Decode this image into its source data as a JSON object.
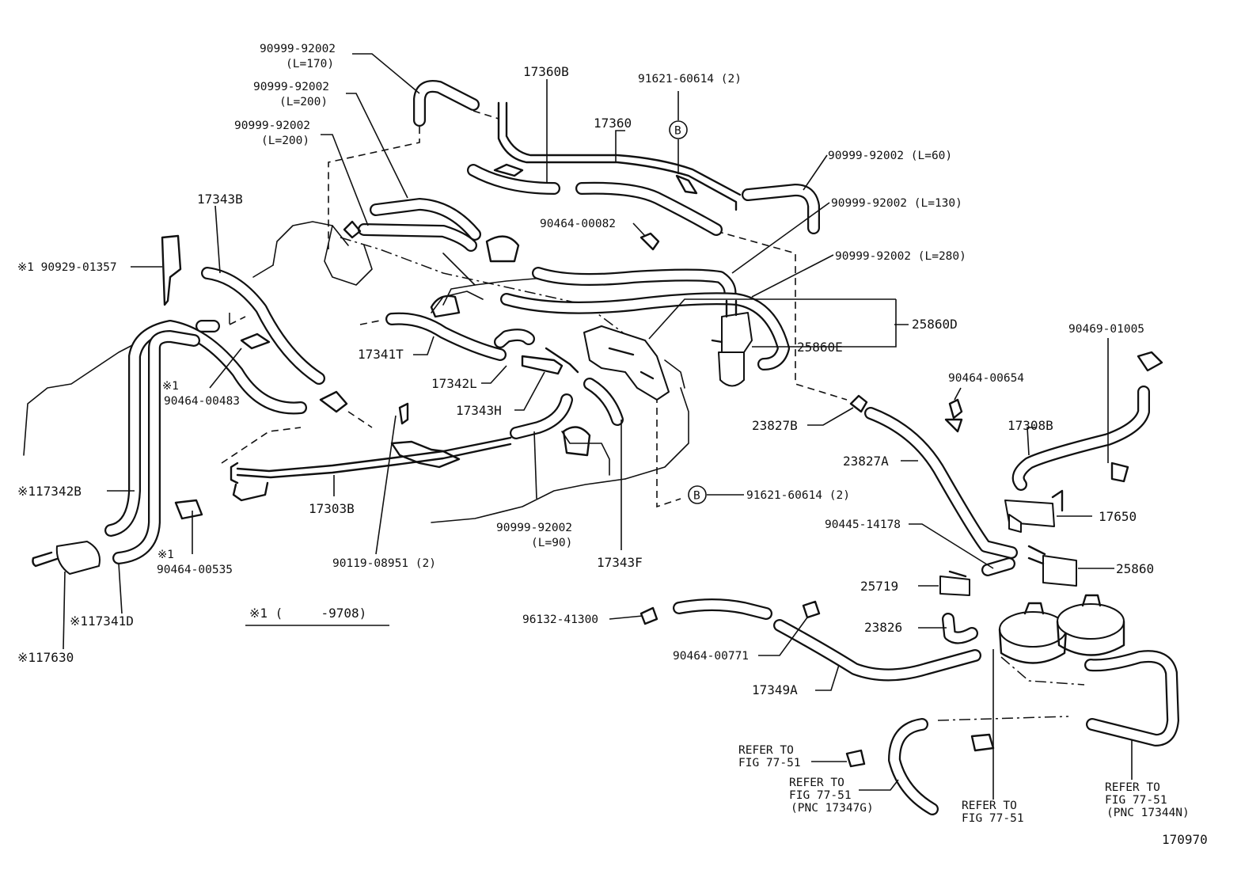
{
  "labels": {
    "p_90999_92002_l170": "90999-92002",
    "p_l170": "(L=170)",
    "p_90999_92002_l200a": "90999-92002",
    "p_l200a": "(L=200)",
    "p_90999_92002_l200b": "90999-92002",
    "p_l200b": "(L=200)",
    "p_17360b": "17360B",
    "p_91621_60614_top": "91621-60614 (2)",
    "p_17360": "17360",
    "p_l60": "90999-92002 (L=60)",
    "p_l130": "90999-92002 (L=130)",
    "p_90464_00082": "90464-00082",
    "p_l280": "90999-92002 (L=280)",
    "p_17343b": "17343B",
    "p_90929_01357": "※1 90929-01357",
    "p_25860d": "25860D",
    "p_25860e": "25860E",
    "p_17341t": "17341T",
    "p_17342l": "17342L",
    "p_17343h": "17343H",
    "p_note_90464_00483": "※1",
    "p_90464_00483": "90464-00483",
    "p_90469_01005": "90469-01005",
    "p_90464_00654": "90464-00654",
    "p_23827b": "23827B",
    "p_17308b": "17308B",
    "p_23827a": "23827A",
    "p_91621_60614_mid": "91621-60614 (2)",
    "p_17342b": "※117342B",
    "p_17303b": "17303B",
    "p_17650": "17650",
    "p_90999_92002_l90": "90999-92002",
    "p_l90": "(L=90)",
    "p_90445_14178": "90445-14178",
    "p_note_90464_00535": "※1",
    "p_90464_00535": "90464-00535",
    "p_90119_08951": "90119-08951 (2)",
    "p_17343f": "17343F",
    "p_25860": "25860",
    "p_25719": "25719",
    "p_17341d": "※117341D",
    "p_note_9708": "※1 (     -9708)",
    "p_96132_41300": "96132-41300",
    "p_23826": "23826",
    "p_117630": "※117630",
    "p_90464_00771": "90464-00771",
    "p_17349a": "17349A",
    "p_refer1_a": "REFER TO",
    "p_refer1_b": "FIG 77-51",
    "p_refer2_a": "REFER TO",
    "p_refer2_b": "FIG 77-51",
    "p_refer2_c": "(PNC 17347G)",
    "p_refer3_a": "REFER TO",
    "p_refer3_b": "FIG 77-51",
    "p_refer4_a": "REFER TO",
    "p_refer4_b": "FIG 77-51",
    "p_refer4_c": "(PNC 17344N)",
    "p_fig_number": "170970",
    "ref_b_top": "B",
    "ref_b_mid": "B"
  }
}
